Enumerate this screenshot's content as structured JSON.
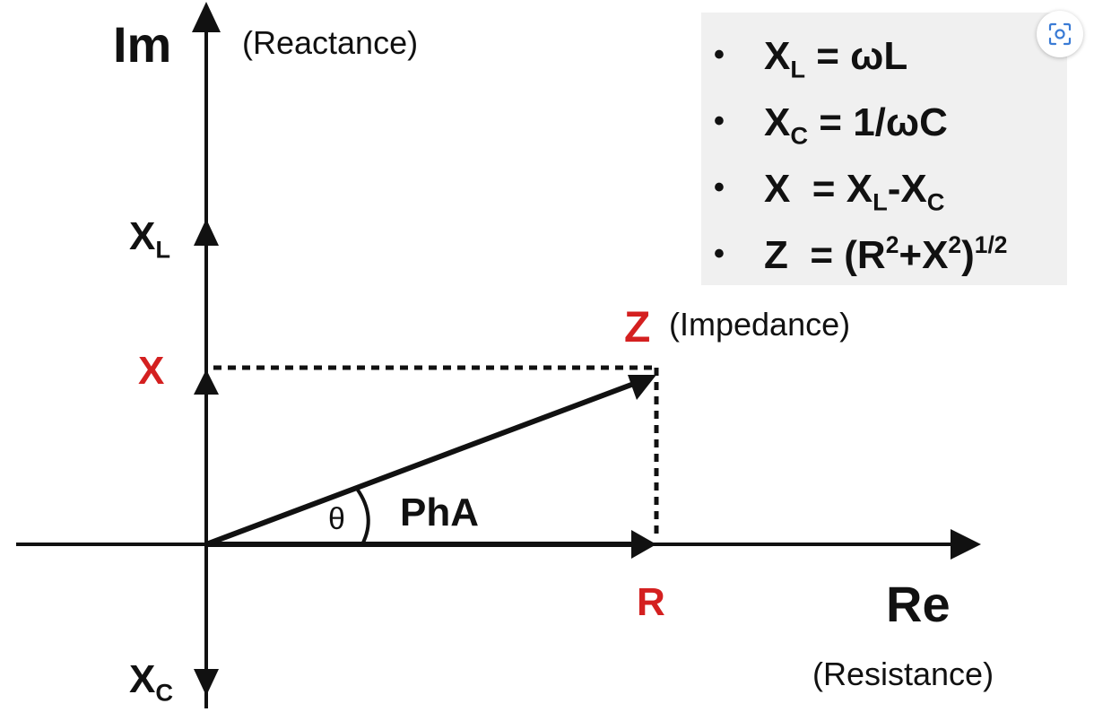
{
  "axes": {
    "im_label": "Im",
    "im_caption": "(Reactance)",
    "re_label": "Re",
    "re_caption": "(Resistance)"
  },
  "points": {
    "xl": {
      "main": "X",
      "sub": "L"
    },
    "xc": {
      "main": "X",
      "sub": "C"
    },
    "x": "X",
    "z": "Z",
    "z_caption": "(Impedance)",
    "r": "R",
    "theta": "θ",
    "pha": "PhA"
  },
  "formulas": [
    {
      "bullet": "•",
      "parts": [
        {
          "t": "X"
        },
        {
          "sub": "L"
        },
        {
          "t": " = ωL"
        }
      ]
    },
    {
      "bullet": "•",
      "parts": [
        {
          "t": "X"
        },
        {
          "sub": "C"
        },
        {
          "t": " = 1/ωC"
        }
      ]
    },
    {
      "bullet": "•",
      "parts": [
        {
          "t": "X  = X"
        },
        {
          "sub": "L"
        },
        {
          "t": "-X"
        },
        {
          "sub": "C"
        }
      ]
    },
    {
      "bullet": "•",
      "parts": [
        {
          "t": "Z  = (R"
        },
        {
          "sup": "2"
        },
        {
          "t": "+X"
        },
        {
          "sup": "2"
        },
        {
          "t": ")"
        },
        {
          "sup": "1/2"
        }
      ]
    }
  ],
  "colors": {
    "accent_red": "#d42020",
    "legend_bg": "#f0f0f0",
    "ink": "#111111"
  },
  "icons": {
    "lens_button": "visual-lookup-icon"
  }
}
